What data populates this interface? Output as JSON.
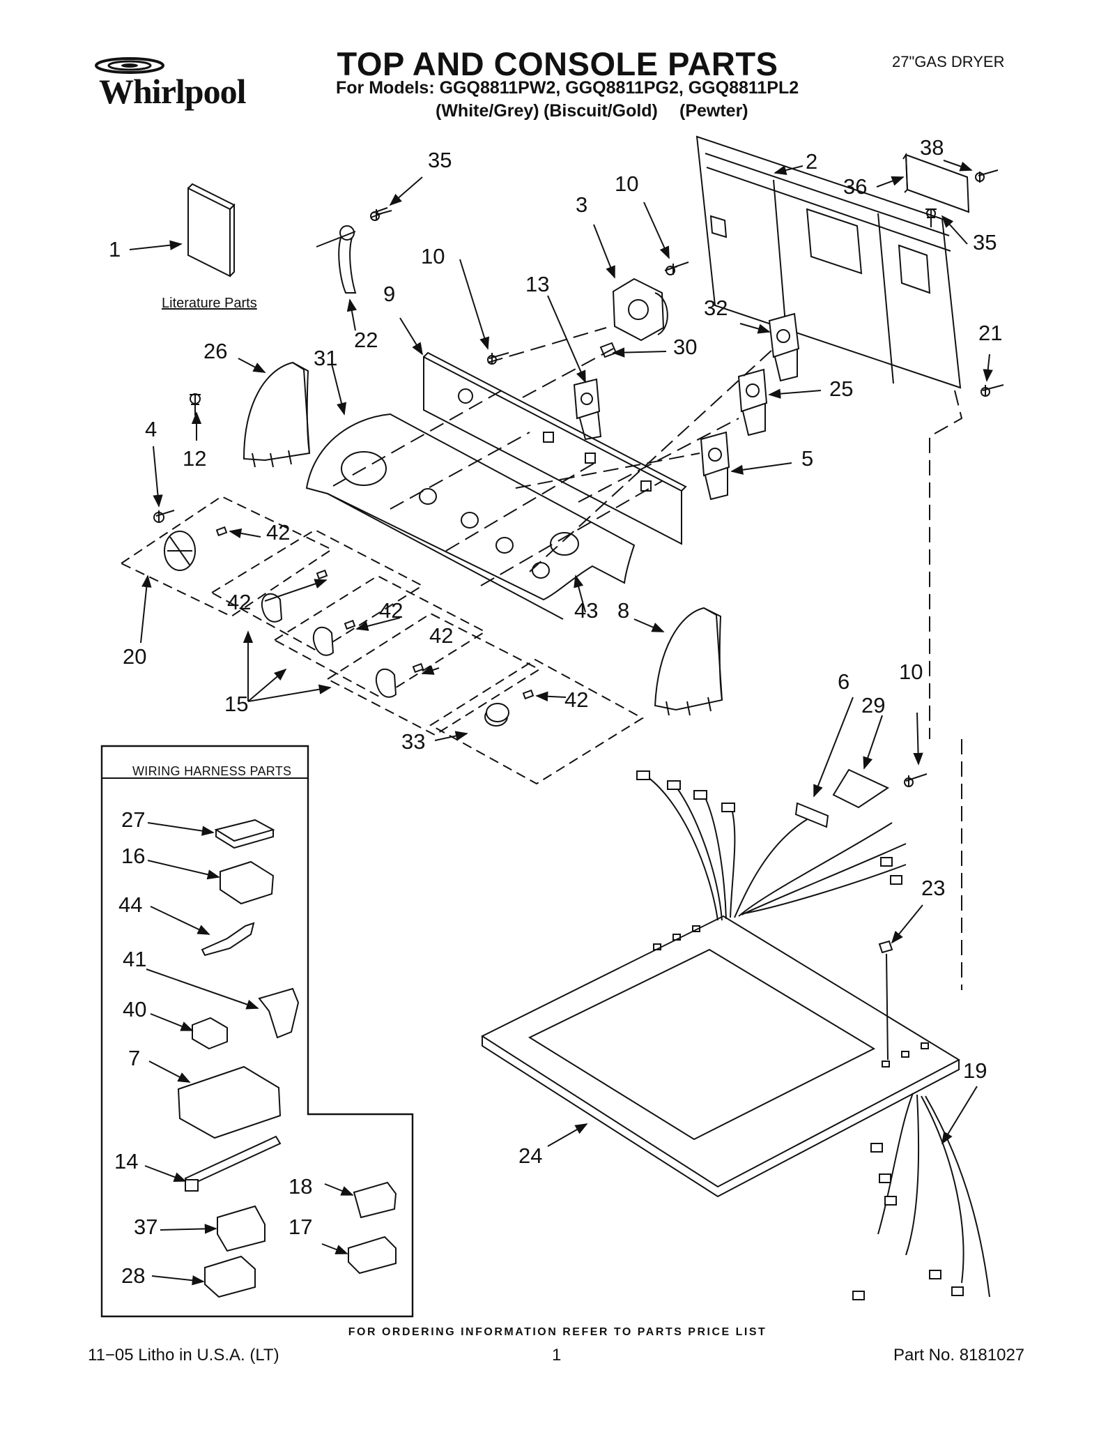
{
  "header": {
    "brand": "Whirlpool",
    "title": "TOP AND CONSOLE PARTS",
    "models_line": "For Models: GGQ8811PW2, GGQ8811PG2, GGQ8811PL2",
    "colors": [
      "(White/Grey)",
      "(Biscuit/Gold)",
      "(Pewter)"
    ],
    "product": "27\"GAS DRYER"
  },
  "labels": {
    "literature": "Literature Parts",
    "wiring_box_title": "WIRING HARNESS PARTS"
  },
  "callouts": [
    {
      "id": "c35a",
      "text": "35"
    },
    {
      "id": "c1",
      "text": "1"
    },
    {
      "id": "c22",
      "text": "22"
    },
    {
      "id": "c3",
      "text": "3"
    },
    {
      "id": "c10a",
      "text": "10"
    },
    {
      "id": "c2",
      "text": "2"
    },
    {
      "id": "c38",
      "text": "38"
    },
    {
      "id": "c36",
      "text": "36"
    },
    {
      "id": "c35b",
      "text": "35"
    },
    {
      "id": "c10b",
      "text": "10"
    },
    {
      "id": "c9",
      "text": "9"
    },
    {
      "id": "c13",
      "text": "13"
    },
    {
      "id": "c30",
      "text": "30"
    },
    {
      "id": "c32",
      "text": "32"
    },
    {
      "id": "c21",
      "text": "21"
    },
    {
      "id": "c26",
      "text": "26"
    },
    {
      "id": "c31",
      "text": "31"
    },
    {
      "id": "c25",
      "text": "25"
    },
    {
      "id": "c4",
      "text": "4"
    },
    {
      "id": "c12",
      "text": "12"
    },
    {
      "id": "c5",
      "text": "5"
    },
    {
      "id": "c42a",
      "text": "42"
    },
    {
      "id": "c42b",
      "text": "42"
    },
    {
      "id": "c42c",
      "text": "42"
    },
    {
      "id": "c42d",
      "text": "42"
    },
    {
      "id": "c42e",
      "text": "42"
    },
    {
      "id": "c43",
      "text": "43"
    },
    {
      "id": "c8",
      "text": "8"
    },
    {
      "id": "c20",
      "text": "20"
    },
    {
      "id": "c15",
      "text": "15"
    },
    {
      "id": "c33",
      "text": "33"
    },
    {
      "id": "c6",
      "text": "6"
    },
    {
      "id": "c10c",
      "text": "10"
    },
    {
      "id": "c29",
      "text": "29"
    },
    {
      "id": "c23",
      "text": "23"
    },
    {
      "id": "c19",
      "text": "19"
    },
    {
      "id": "c24",
      "text": "24"
    },
    {
      "id": "c27",
      "text": "27"
    },
    {
      "id": "c16",
      "text": "16"
    },
    {
      "id": "c44",
      "text": "44"
    },
    {
      "id": "c41",
      "text": "41"
    },
    {
      "id": "c40",
      "text": "40"
    },
    {
      "id": "c7",
      "text": "7"
    },
    {
      "id": "c14",
      "text": "14"
    },
    {
      "id": "c18",
      "text": "18"
    },
    {
      "id": "c37",
      "text": "37"
    },
    {
      "id": "c17",
      "text": "17"
    },
    {
      "id": "c28",
      "text": "28"
    }
  ],
  "footer": {
    "ordering_note": "FOR ORDERING INFORMATION REFER TO PARTS PRICE LIST",
    "litho": "11−05 Litho in U.S.A. (LT)",
    "page": "1",
    "part_no": "Part No. 8181027"
  }
}
